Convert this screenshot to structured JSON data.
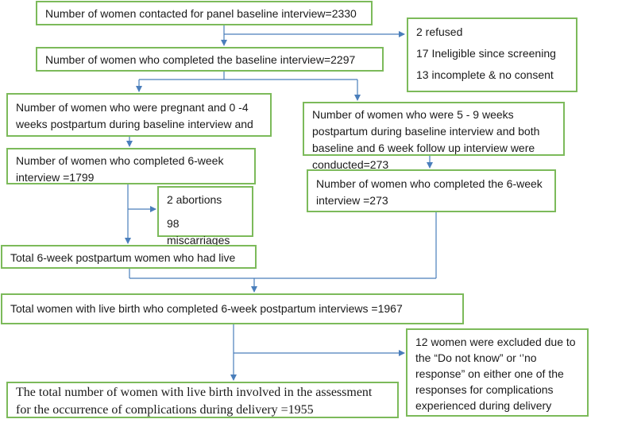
{
  "boxes": {
    "contacted": "Number of women contacted for panel baseline interview=2330",
    "excluded_baseline": [
      "2 refused",
      "17 Ineligible since screening",
      "13 incomplete & no consent"
    ],
    "completed_baseline": "Number of women who completed the baseline interview=2297",
    "pregnant_group": "Number of women who were pregnant and 0 -4 weeks postpartum during baseline interview and",
    "postpartum_group": "Number of women who were 5 - 9 weeks postpartum during baseline interview and both  baseline  and  6 week follow up interview were conducted=273",
    "completed_6week_left": "Number of women who completed 6-week interview =1799",
    "losses": [
      "2 abortions",
      "98 miscarriages"
    ],
    "completed_6week_right": "Number of women who completed the 6-week interview =273",
    "live_left": "Total 6-week postpartum women who had live",
    "total_live": "Total women with live birth who completed 6-week postpartum interviews =1967",
    "excluded_final": "12 women were excluded due to the “Do not know” or ‘’no response” on either one of the responses for complications experienced during delivery",
    "final": "The total number of women with live birth involved in the assessment for the occurrence of complications during delivery =1955"
  },
  "colors": {
    "box_border": "#7cba5a",
    "arrow": "#4a7ebb"
  }
}
